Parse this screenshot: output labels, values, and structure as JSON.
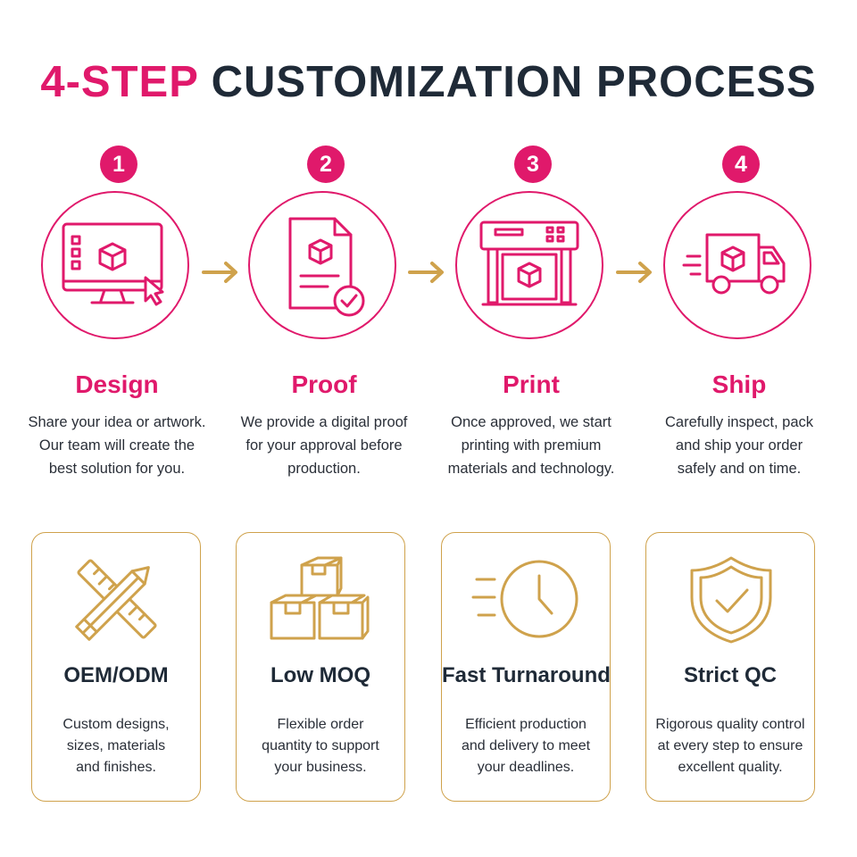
{
  "title": {
    "accent": "4-STEP",
    "rest": "CUSTOMIZATION PROCESS"
  },
  "colors": {
    "accent": "#e0196b",
    "gold": "#cfa24c",
    "dark": "#1f2a37"
  },
  "steps": [
    {
      "number": "1",
      "title": "Design",
      "icon": "monitor-cube-cursor-icon",
      "lines": [
        "Share your idea or artwork.",
        "Our team will create the",
        "best solution for you."
      ]
    },
    {
      "number": "2",
      "title": "Proof",
      "icon": "document-check-icon",
      "lines": [
        "We provide a digital proof",
        "for your approval before",
        "production."
      ]
    },
    {
      "number": "3",
      "title": "Print",
      "icon": "printer-icon",
      "lines": [
        "Once approved, we start",
        "printing with premium",
        "materials and technology."
      ]
    },
    {
      "number": "4",
      "title": "Ship",
      "icon": "delivery-truck-icon",
      "lines": [
        "Carefully inspect, pack",
        "and ship your order",
        "safely and on time."
      ]
    }
  ],
  "features": [
    {
      "title": "OEM/ODM",
      "icon": "ruler-pencil-icon",
      "lines": [
        "Custom designs,",
        "sizes, materials",
        "and finishes."
      ]
    },
    {
      "title": "Low MOQ",
      "icon": "boxes-icon",
      "lines": [
        "Flexible order",
        "quantity to support",
        "your business."
      ]
    },
    {
      "title": "Fast Turnaround",
      "icon": "fast-clock-icon",
      "lines": [
        "Efficient production",
        "and delivery to meet",
        "your deadlines."
      ]
    },
    {
      "title": "Strict QC",
      "icon": "shield-check-icon",
      "lines": [
        "Rigorous quality control",
        "at every step to ensure",
        "excellent quality."
      ]
    }
  ]
}
